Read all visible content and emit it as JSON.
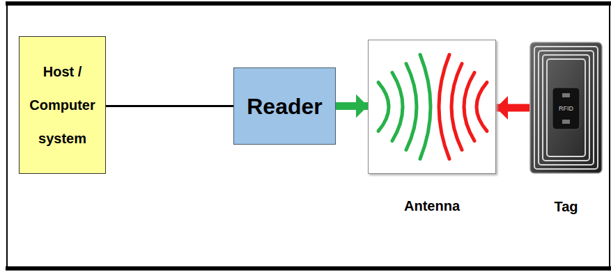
{
  "diagram": {
    "nodes": [
      {
        "text": [
          "Host / Computer system"
        ]
      },
      {
        "text": [
          "Reader"
        ]
      },
      {
        "text": [
          "Antenna"
        ]
      },
      {
        "text": [
          "Tag"
        ]
      }
    ],
    "edges": [
      {
        "from": 0,
        "to": 1,
        "arrow": "none"
      },
      {
        "from": 1,
        "to": 2,
        "arrow": "to"
      },
      {
        "from": 3,
        "to": 2,
        "arrow": "to"
      }
    ],
    "labels": [
      "RFID"
    ]
  }
}
